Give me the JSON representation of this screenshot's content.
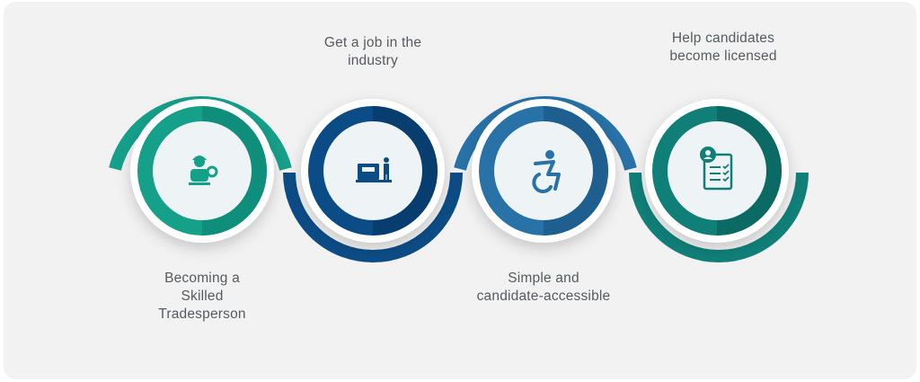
{
  "steps": [
    {
      "id": "skilled",
      "lines": [
        "Becoming a",
        "Skilled",
        "Tradesperson"
      ],
      "color": "#15a08a",
      "dark": "#0f8f7b",
      "icon": "tradesperson-icon"
    },
    {
      "id": "job",
      "lines": [
        "Get a job in the",
        "industry"
      ],
      "color": "#0c4c86",
      "dark": "#083d70",
      "icon": "machinery-worker-icon"
    },
    {
      "id": "access",
      "lines": [
        "Simple and",
        "candidate-accessible"
      ],
      "color": "#2872a8",
      "dark": "#1f5f8f",
      "icon": "accessibility-icon"
    },
    {
      "id": "license",
      "lines": [
        "Help candidates",
        "become licensed"
      ],
      "color": "#0f7f78",
      "dark": "#0b6a64",
      "icon": "license-checklist-icon"
    }
  ],
  "colors": {
    "background": "#f2f2f2",
    "inner_circle": "#eef3f6",
    "text": "#555b60"
  }
}
